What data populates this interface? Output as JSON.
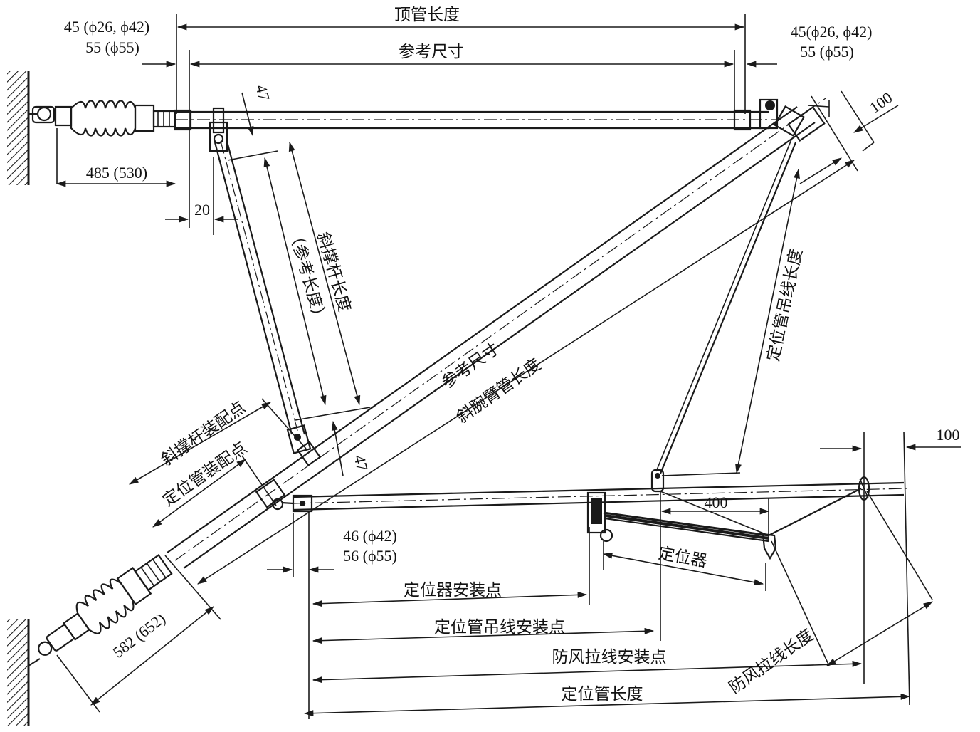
{
  "labels": {
    "top_tube_length": "顶管长度",
    "reference_dim_top": "参考尺寸",
    "left_top_dim_1": "45 (ϕ26, ϕ42)",
    "left_top_dim_2": "55 (ϕ55)",
    "right_top_dim_1": "45(ϕ26, ϕ42)",
    "right_top_dim_2": "55 (ϕ55)",
    "dim_485": "485 (530)",
    "dim_20": "20",
    "dim_47_top": "47",
    "dim_47_bottom": "47",
    "dim_100_top": "100",
    "dim_100_right": "100",
    "brace_length": "斜撑杆长度",
    "brace_reference_length": "（参考长度）",
    "reference_dim_diag": "参考尺寸",
    "cantilever_tube_length": "斜腕臂管长度",
    "registration_hanger_length": "定位管吊线长度",
    "brace_mount_point": "斜撑杆装配点",
    "registration_tube_mount_point": "定位管装配点",
    "dim_400": "400",
    "dim_46": "46 (ϕ42)",
    "dim_56": "56 (ϕ55)",
    "steady_arm": "定位器",
    "steady_arm_mount_point": "定位器安装点",
    "hanger_mount_point": "定位管吊线安装点",
    "wind_guy_mount_point": "防风拉线安装点",
    "registration_tube_length": "定位管长度",
    "wind_guy_length": "防风拉线长度",
    "dim_582": "582 (652)"
  }
}
